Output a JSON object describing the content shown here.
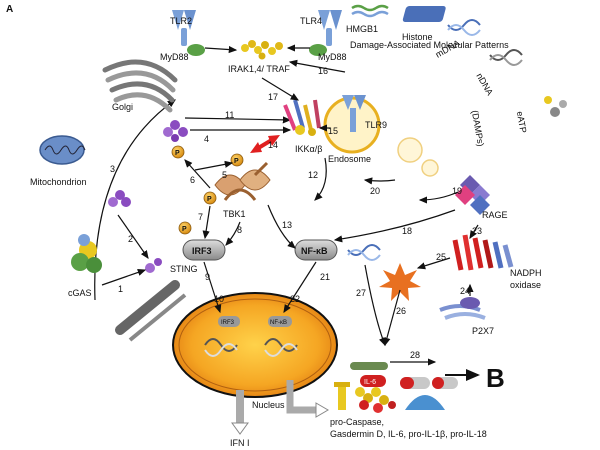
{
  "panel_label": "A",
  "receptors": {
    "tlr2": "TLR2",
    "tlr4": "TLR4",
    "myd88_left": "MyD88",
    "myd88_right": "MyD88",
    "tlr9": "TLR9",
    "rage": "RAGE",
    "p2x7": "P2X7",
    "nadph": "NADPH",
    "oxidase": "oxidase",
    "sting": "STING",
    "cgas": "cGAS"
  },
  "damps": {
    "hmgb1": "HMGB1",
    "histone": "Histone",
    "mdna": "mDNA",
    "ndna": "nDNA",
    "eatp": "eATP",
    "title_line1": "Damage-Associated Molecular Patterns",
    "title_line2": "(DAMPs)"
  },
  "nodes": {
    "irak": "IRAK1,4/ TRAF",
    "ikk": "IKKα/β",
    "tbk1": "TBK1",
    "irf3": "IRF3",
    "nfkb": "NF-κB",
    "irf3_small": "IRF3",
    "nfkb_small": "NF-κB",
    "p": "P"
  },
  "organelles": {
    "golgi": "Golgi",
    "mitochondrion": "Mitochondrion",
    "endosome": "Endosome",
    "nucleus": "Nucleus"
  },
  "outputs": {
    "ifn": "IFN I",
    "products_line1": "pro-Caspase,",
    "products_line2": "Gasdermin D, IL-6, pro-IL-1β, pro-IL-18",
    "b_label": "B",
    "il6": "IL-6"
  },
  "steps": [
    "1",
    "2",
    "3",
    "4",
    "5",
    "6",
    "7",
    "8",
    "9",
    "10",
    "11",
    "12",
    "13",
    "14",
    "15",
    "16",
    "17",
    "18",
    "19",
    "20",
    "21",
    "22",
    "23",
    "24",
    "25",
    "26",
    "27",
    "28"
  ],
  "colors": {
    "receptor_blue": "#7aa0d8",
    "myd88_green": "#5aa046",
    "irak_yellow": "#e8c820",
    "phospho_orange": "#e8a020",
    "purple": "#8a4cc0",
    "nucleus_orange": "#f0a020",
    "rage_purple": "#6a5ab0",
    "nadph_red": "#d02020",
    "arrow_red": "#e02020"
  }
}
